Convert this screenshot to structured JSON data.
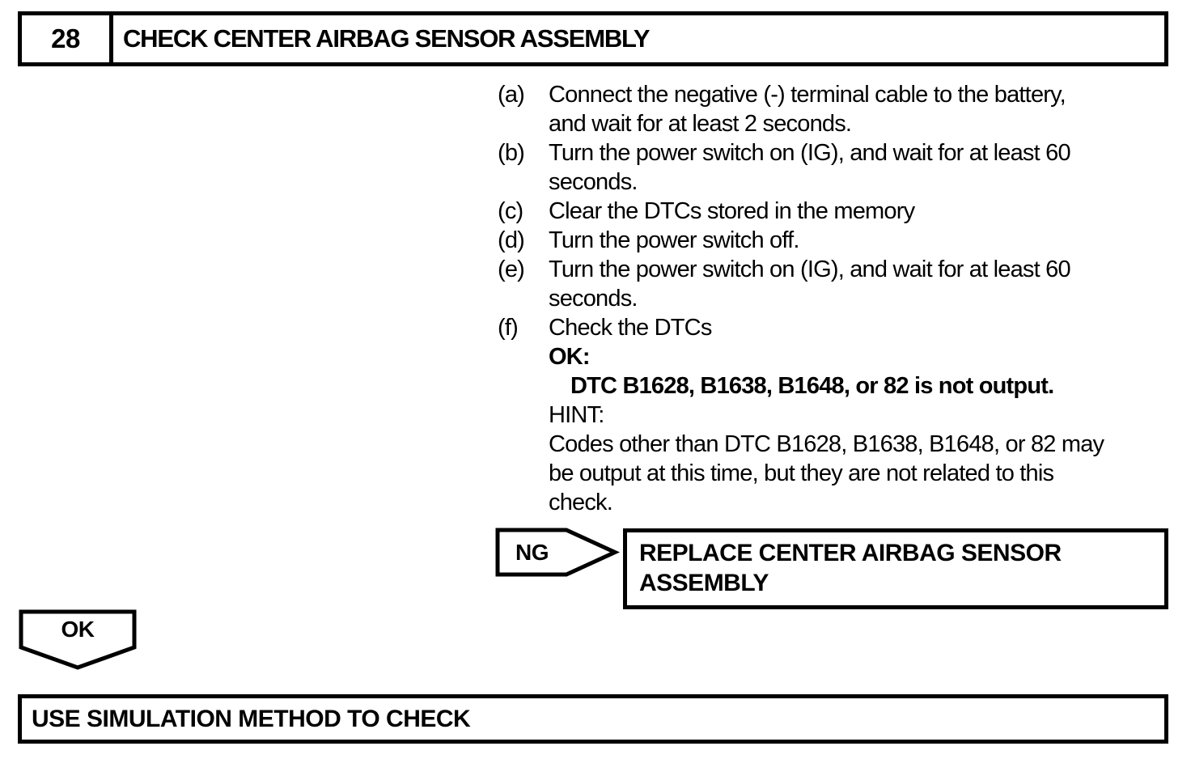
{
  "page": {
    "background_color": "#ffffff",
    "ink_color": "#000000"
  },
  "step_header": {
    "number": "28",
    "title": "CHECK CENTER AIRBAG SENSOR ASSEMBLY"
  },
  "procedure": {
    "steps": [
      {
        "label": "(a)",
        "text": "Connect the negative (-) terminal cable to the battery,\nand wait for at least 2 seconds."
      },
      {
        "label": "(b)",
        "text": "Turn the power switch on (IG), and wait for at least 60\nseconds."
      },
      {
        "label": "(c)",
        "text": "Clear the DTCs stored in the memory"
      },
      {
        "label": "(d)",
        "text": "Turn the power switch off."
      },
      {
        "label": "(e)",
        "text": "Turn the power switch on (IG), and wait for at least 60\nseconds."
      },
      {
        "label": "(f)",
        "text": "Check the DTCs"
      }
    ],
    "ok_label": "OK:",
    "ok_criteria": "DTC B1628, B1638, B1648, or 82 is not output.",
    "hint_label": "HINT:",
    "hint_text": "Codes other than DTC B1628, B1638, B1648, or 82 may\nbe output at this time, but they are not related to this\ncheck."
  },
  "flowchart": {
    "ng": {
      "label": "NG",
      "action": "REPLACE CENTER AIRBAG SENSOR\nASSEMBLY"
    },
    "ok": {
      "label": "OK",
      "action": "USE SIMULATION METHOD TO CHECK"
    }
  }
}
